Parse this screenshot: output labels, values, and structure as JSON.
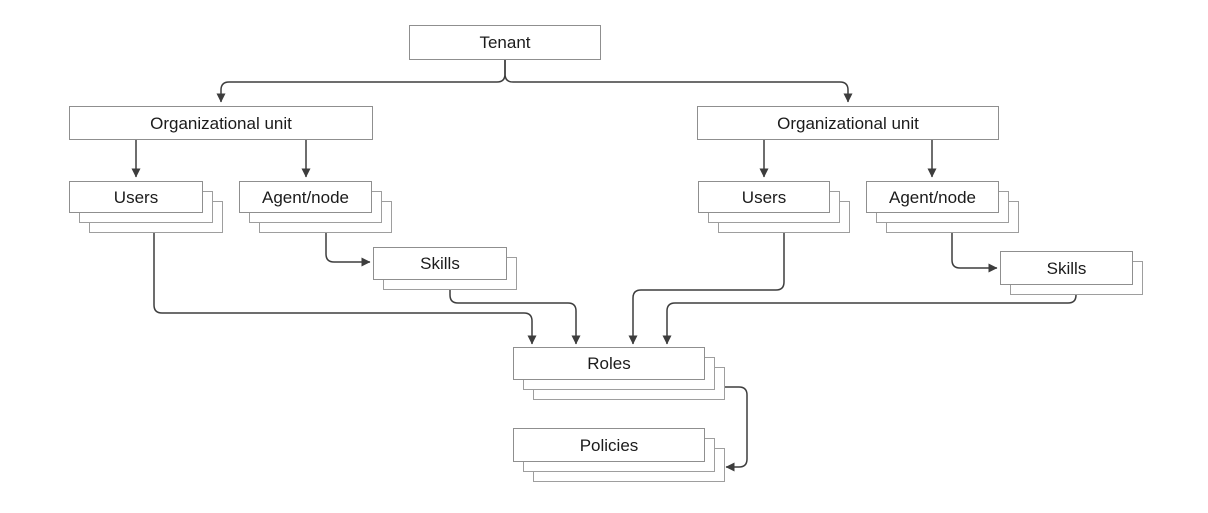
{
  "diagram": {
    "nodes": {
      "tenant": {
        "label": "Tenant"
      },
      "org_left": {
        "label": "Organizational unit"
      },
      "org_right": {
        "label": "Organizational unit"
      },
      "users_left": {
        "label": "Users"
      },
      "agent_left": {
        "label": "Agent/node"
      },
      "skills_left": {
        "label": "Skills"
      },
      "users_right": {
        "label": "Users"
      },
      "agent_right": {
        "label": "Agent/node"
      },
      "skills_right": {
        "label": "Skills"
      },
      "roles": {
        "label": "Roles"
      },
      "policies": {
        "label": "Policies"
      }
    },
    "colors": {
      "box_border": "#8f8f8f",
      "stack_border": "#9e9e9e",
      "connector": "#3d3d3d",
      "text": "#1b1b1b",
      "background": "#ffffff",
      "box_fill": "#ffffff"
    }
  }
}
